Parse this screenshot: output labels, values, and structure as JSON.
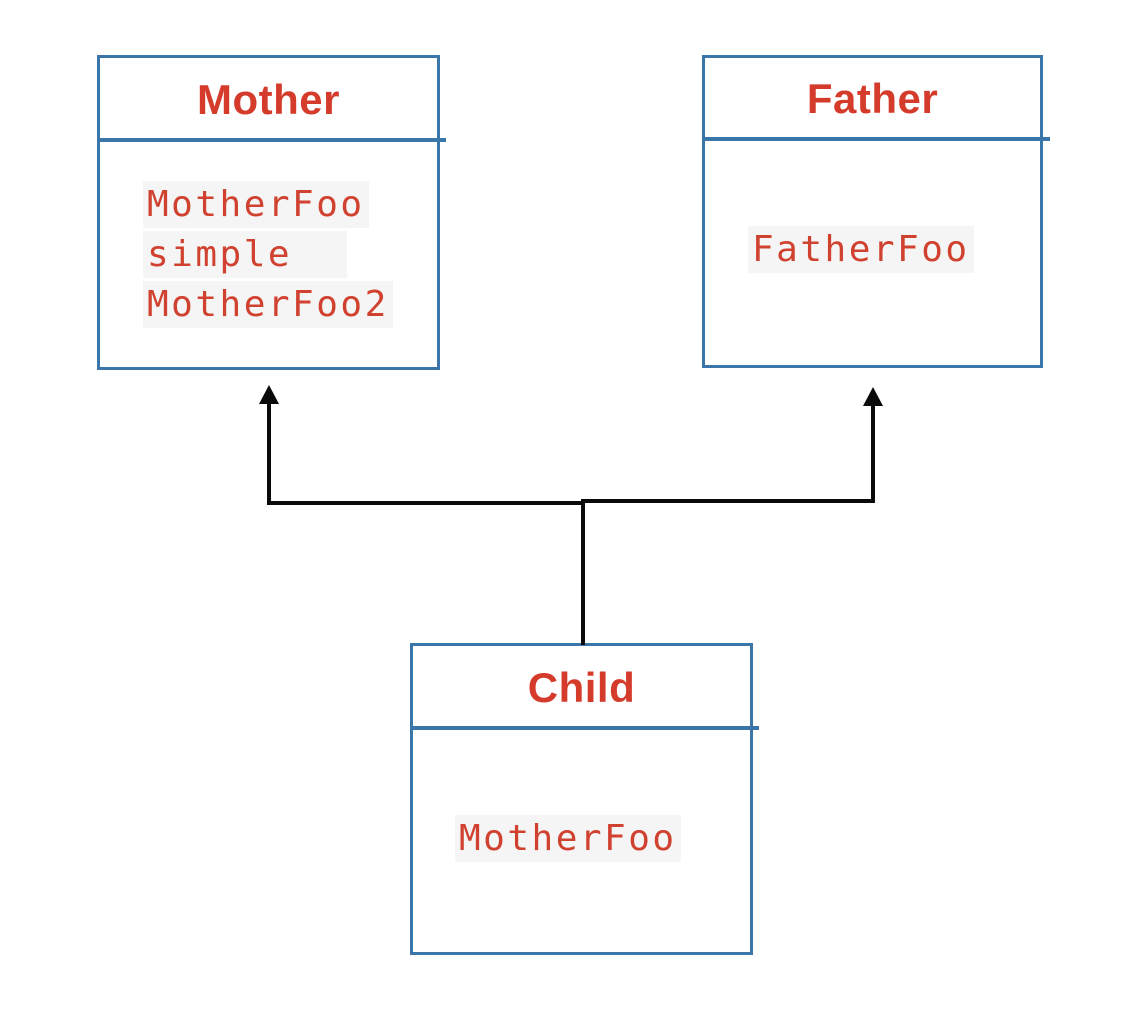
{
  "diagram": {
    "type": "uml-class-inheritance",
    "colors": {
      "box_border_blue": "#3a76a8",
      "title_red": "#d53b2b",
      "code_red": "#d0422f",
      "code_highlight_bg": "#f5f5f5",
      "connector_black": "#0a0a0a"
    },
    "classes": [
      {
        "name": "Mother",
        "methods": [
          "MotherFoo",
          "simple",
          "MotherFoo2"
        ]
      },
      {
        "name": "Father",
        "methods": [
          "FatherFoo"
        ]
      },
      {
        "name": "Child",
        "methods": [
          "MotherFoo"
        ]
      }
    ],
    "relations": [
      {
        "from": "Child",
        "to": "Mother",
        "style": "solid-arrow-up"
      },
      {
        "from": "Child",
        "to": "Father",
        "style": "solid-arrow-up"
      }
    ]
  }
}
